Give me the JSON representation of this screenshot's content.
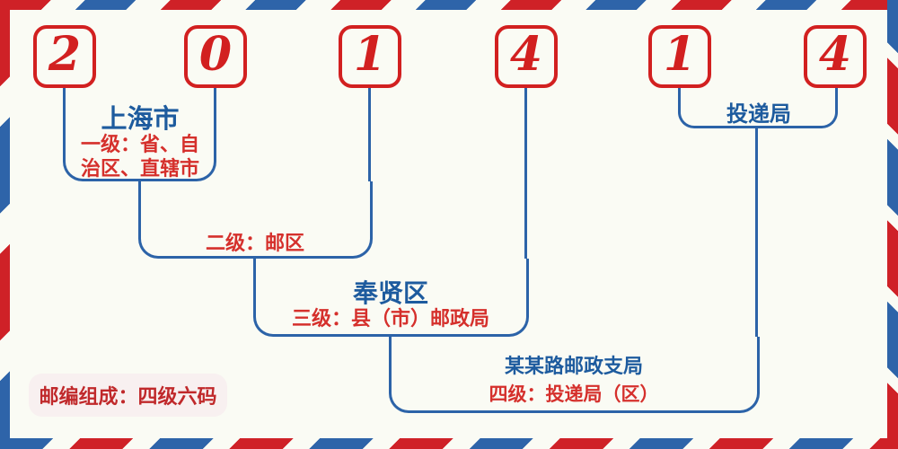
{
  "postal_code": {
    "digits": [
      "2",
      "0",
      "1",
      "4",
      "1",
      "4"
    ]
  },
  "levels": {
    "level1": {
      "name": "上海市",
      "desc_line1": "一级：省、自",
      "desc_line2": "治区、直辖市"
    },
    "level2": {
      "desc": "二级：邮区"
    },
    "level3": {
      "name": "奉贤区",
      "desc": "三级：县（市）邮政局"
    },
    "level4": {
      "name": "某某路邮政支局",
      "desc": "四级：投递局（区）"
    },
    "delivery": {
      "name": "投递局"
    }
  },
  "footer": {
    "composition_label": "邮编组成：四级六码"
  },
  "colors": {
    "digit_red": "#d22020",
    "stripe_red": "#cf2127",
    "stripe_blue": "#2e64a9",
    "line_blue": "#2c63a8",
    "name_blue": "#1d5b9e",
    "desc_red": "#d5302c",
    "background": "#fafbf4",
    "footer_background": "#f8f0f0"
  }
}
